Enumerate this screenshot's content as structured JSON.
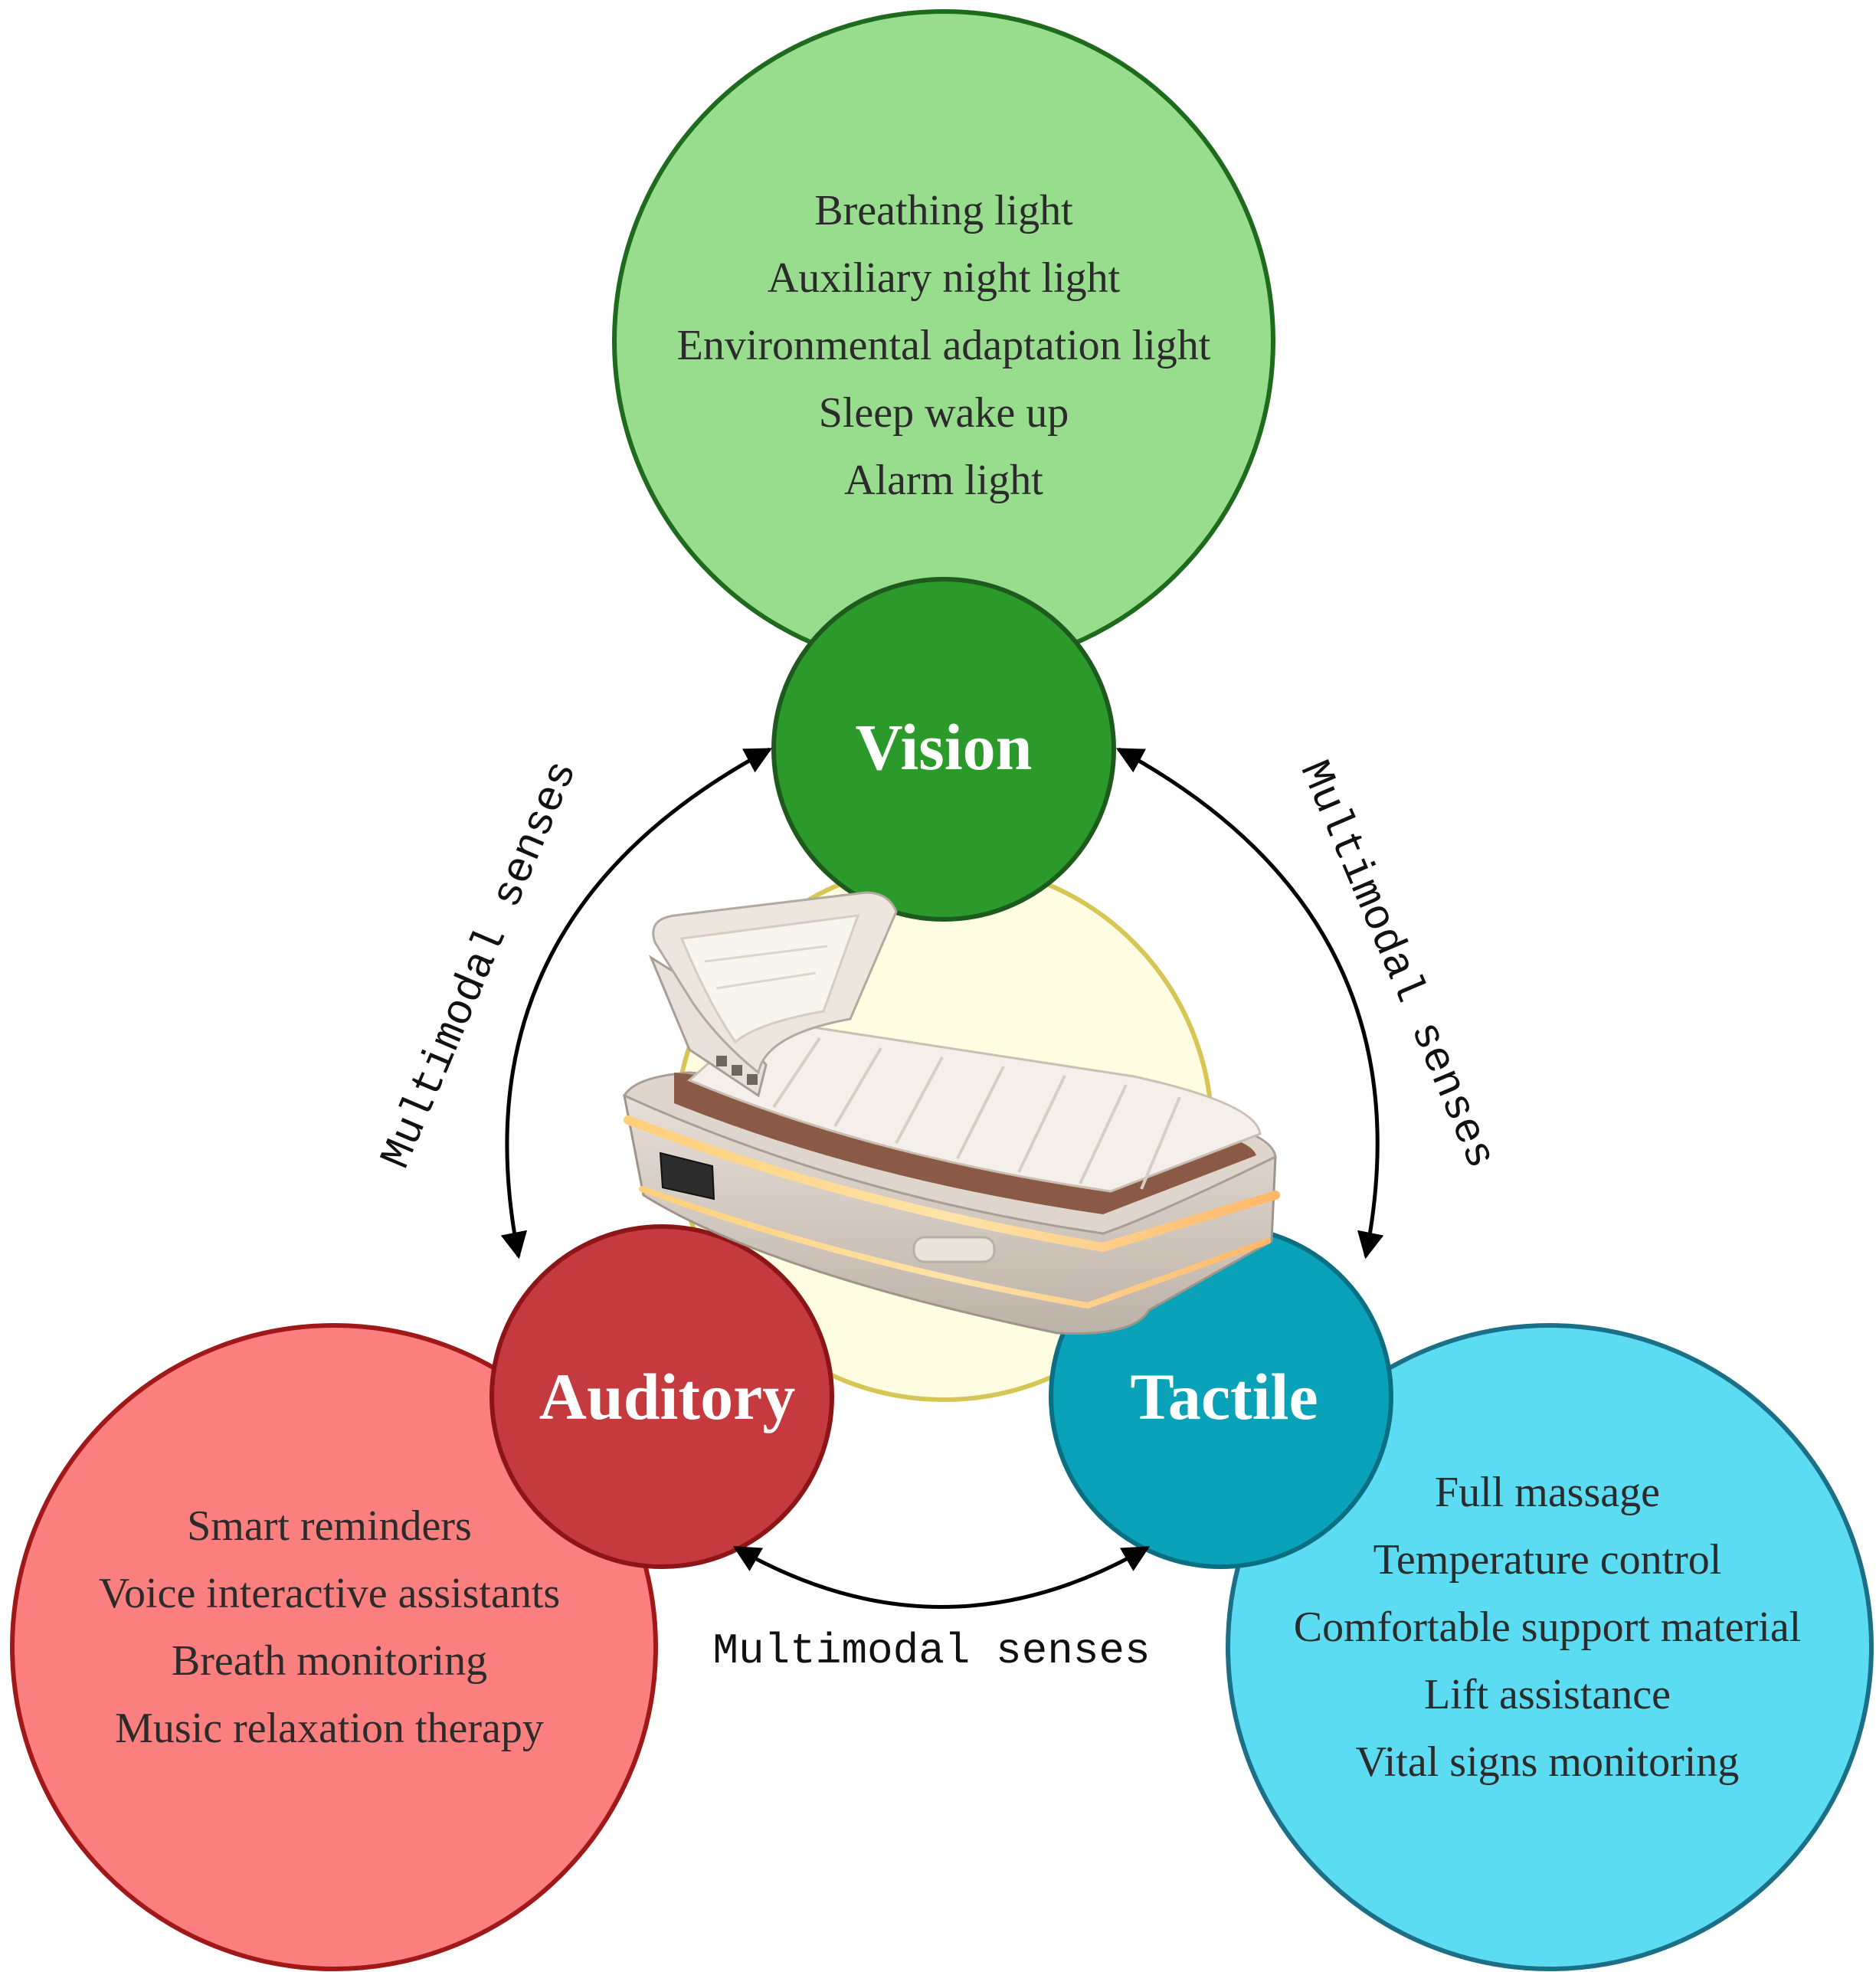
{
  "diagram": {
    "vision": {
      "label": "Vision",
      "features": [
        "Breathing light",
        "Auxiliary night light",
        "Environmental adaptation light",
        "Sleep wake up",
        "Alarm light"
      ],
      "colors": {
        "feature_fill": "#98dc8e",
        "feature_stroke": "#1e6b1e",
        "hub_fill": "#2b9a2b",
        "hub_stroke": "#1e5a1e"
      }
    },
    "auditory": {
      "label": "Auditory",
      "features": [
        "Smart reminders",
        "Voice interactive assistants",
        "Breath monitoring",
        "Music relaxation therapy"
      ],
      "colors": {
        "feature_fill": "#fc7f7f",
        "feature_stroke": "#a01818",
        "hub_fill": "#c43a3e",
        "hub_stroke": "#8c1518"
      }
    },
    "tactile": {
      "label": "Tactile",
      "features": [
        "Full massage",
        "Temperature control",
        "Comfortable support material",
        "Lift assistance",
        "Vital signs monitoring"
      ],
      "colors": {
        "feature_fill": "#5cdcf2",
        "feature_stroke": "#1b6f86",
        "hub_fill": "#0aa2b8",
        "hub_stroke": "#0b6f84"
      }
    },
    "center": {
      "image": "smart-bed",
      "colors": {
        "fill": "#fefde2",
        "stroke": "#d7c556"
      }
    },
    "connectors": {
      "left": "Multimodal senses",
      "right": "Multimodal senses",
      "bottom": "Multimodal senses"
    }
  }
}
